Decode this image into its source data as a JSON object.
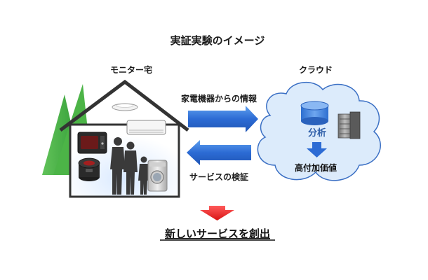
{
  "title": "実証実験のイメージ",
  "monitor_house": {
    "label": "モニター宅"
  },
  "cloud": {
    "label": "クラウド",
    "analysis_label": "分析",
    "value_label": "高付加価値"
  },
  "arrows": {
    "to_cloud_label": "家電機器からの情報",
    "to_house_label": "サービスの検証"
  },
  "result": {
    "label": "新しいサービスを創出"
  },
  "icons": {
    "tree": "tree-icon",
    "house": "house-icon",
    "ceiling_light": "ceiling-light-icon",
    "air_conditioner": "air-conditioner-icon",
    "microwave_oven": "microwave-oven-icon",
    "rice_cooker": "rice-cooker-icon",
    "washing_machine": "washing-machine-icon",
    "family": "family-silhouette-icon",
    "database": "database-icon",
    "server": "server-rack-icon"
  },
  "colors": {
    "tree": "#3ea83e",
    "arrow_blue": "#2f6fd6",
    "arrow_red": "#e01e1e",
    "cloud_fill": "#dcebfb",
    "cloud_stroke": "#3a6fc4",
    "analysis_text": "#2e5ea8"
  }
}
